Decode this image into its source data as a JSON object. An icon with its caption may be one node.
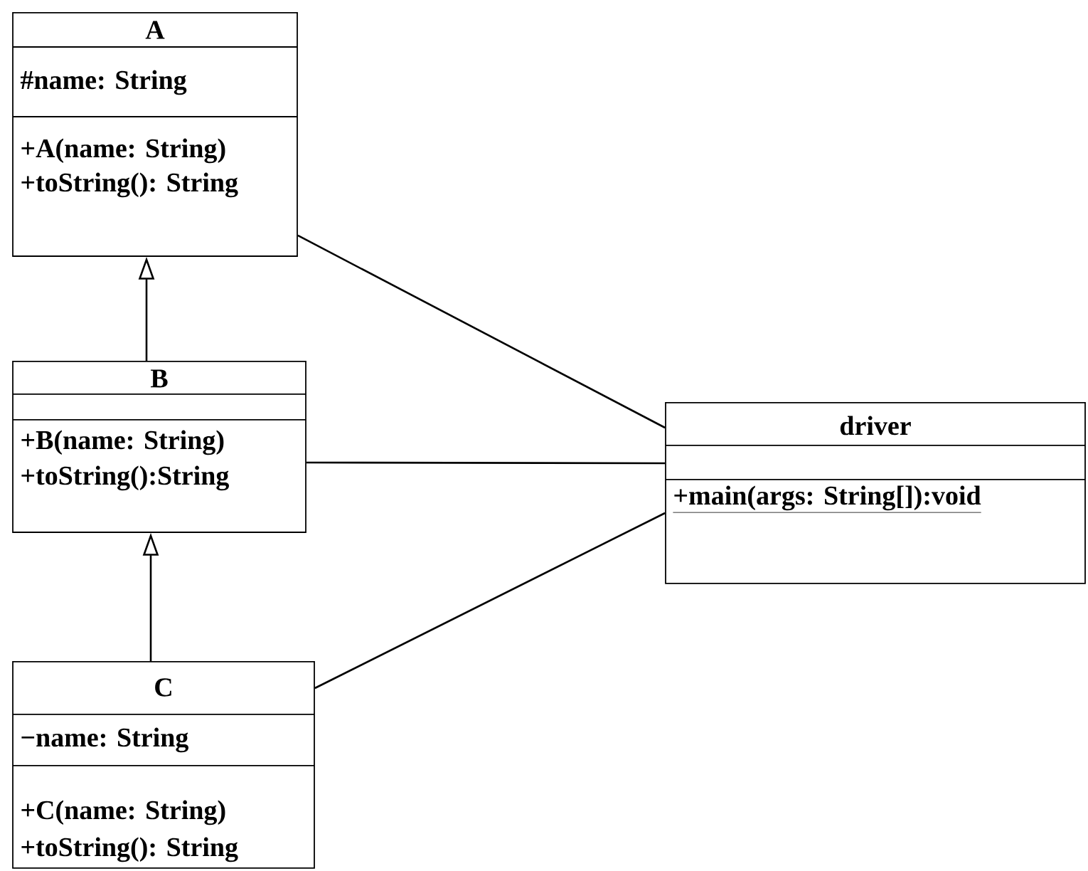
{
  "diagram": {
    "nodes": [
      {
        "text": [
          "A",
          "#name: String",
          "+A(name: String)",
          "+toString(): String"
        ]
      },
      {
        "text": [
          "B",
          "+B(name: String)",
          "+toString():String"
        ]
      },
      {
        "text": [
          "C",
          "−name: String",
          "+C(name: String)",
          "+toString(): String"
        ]
      },
      {
        "text": [
          "driver",
          "+main(args: String[]):void"
        ]
      }
    ],
    "edges": [
      {
        "from": 1,
        "to": 0,
        "arrow": "to"
      },
      {
        "from": 2,
        "to": 1,
        "arrow": "to"
      },
      {
        "from": 0,
        "to": 3,
        "arrow": "none"
      },
      {
        "from": 1,
        "to": 3,
        "arrow": "none"
      },
      {
        "from": 2,
        "to": 3,
        "arrow": "none"
      }
    ]
  }
}
